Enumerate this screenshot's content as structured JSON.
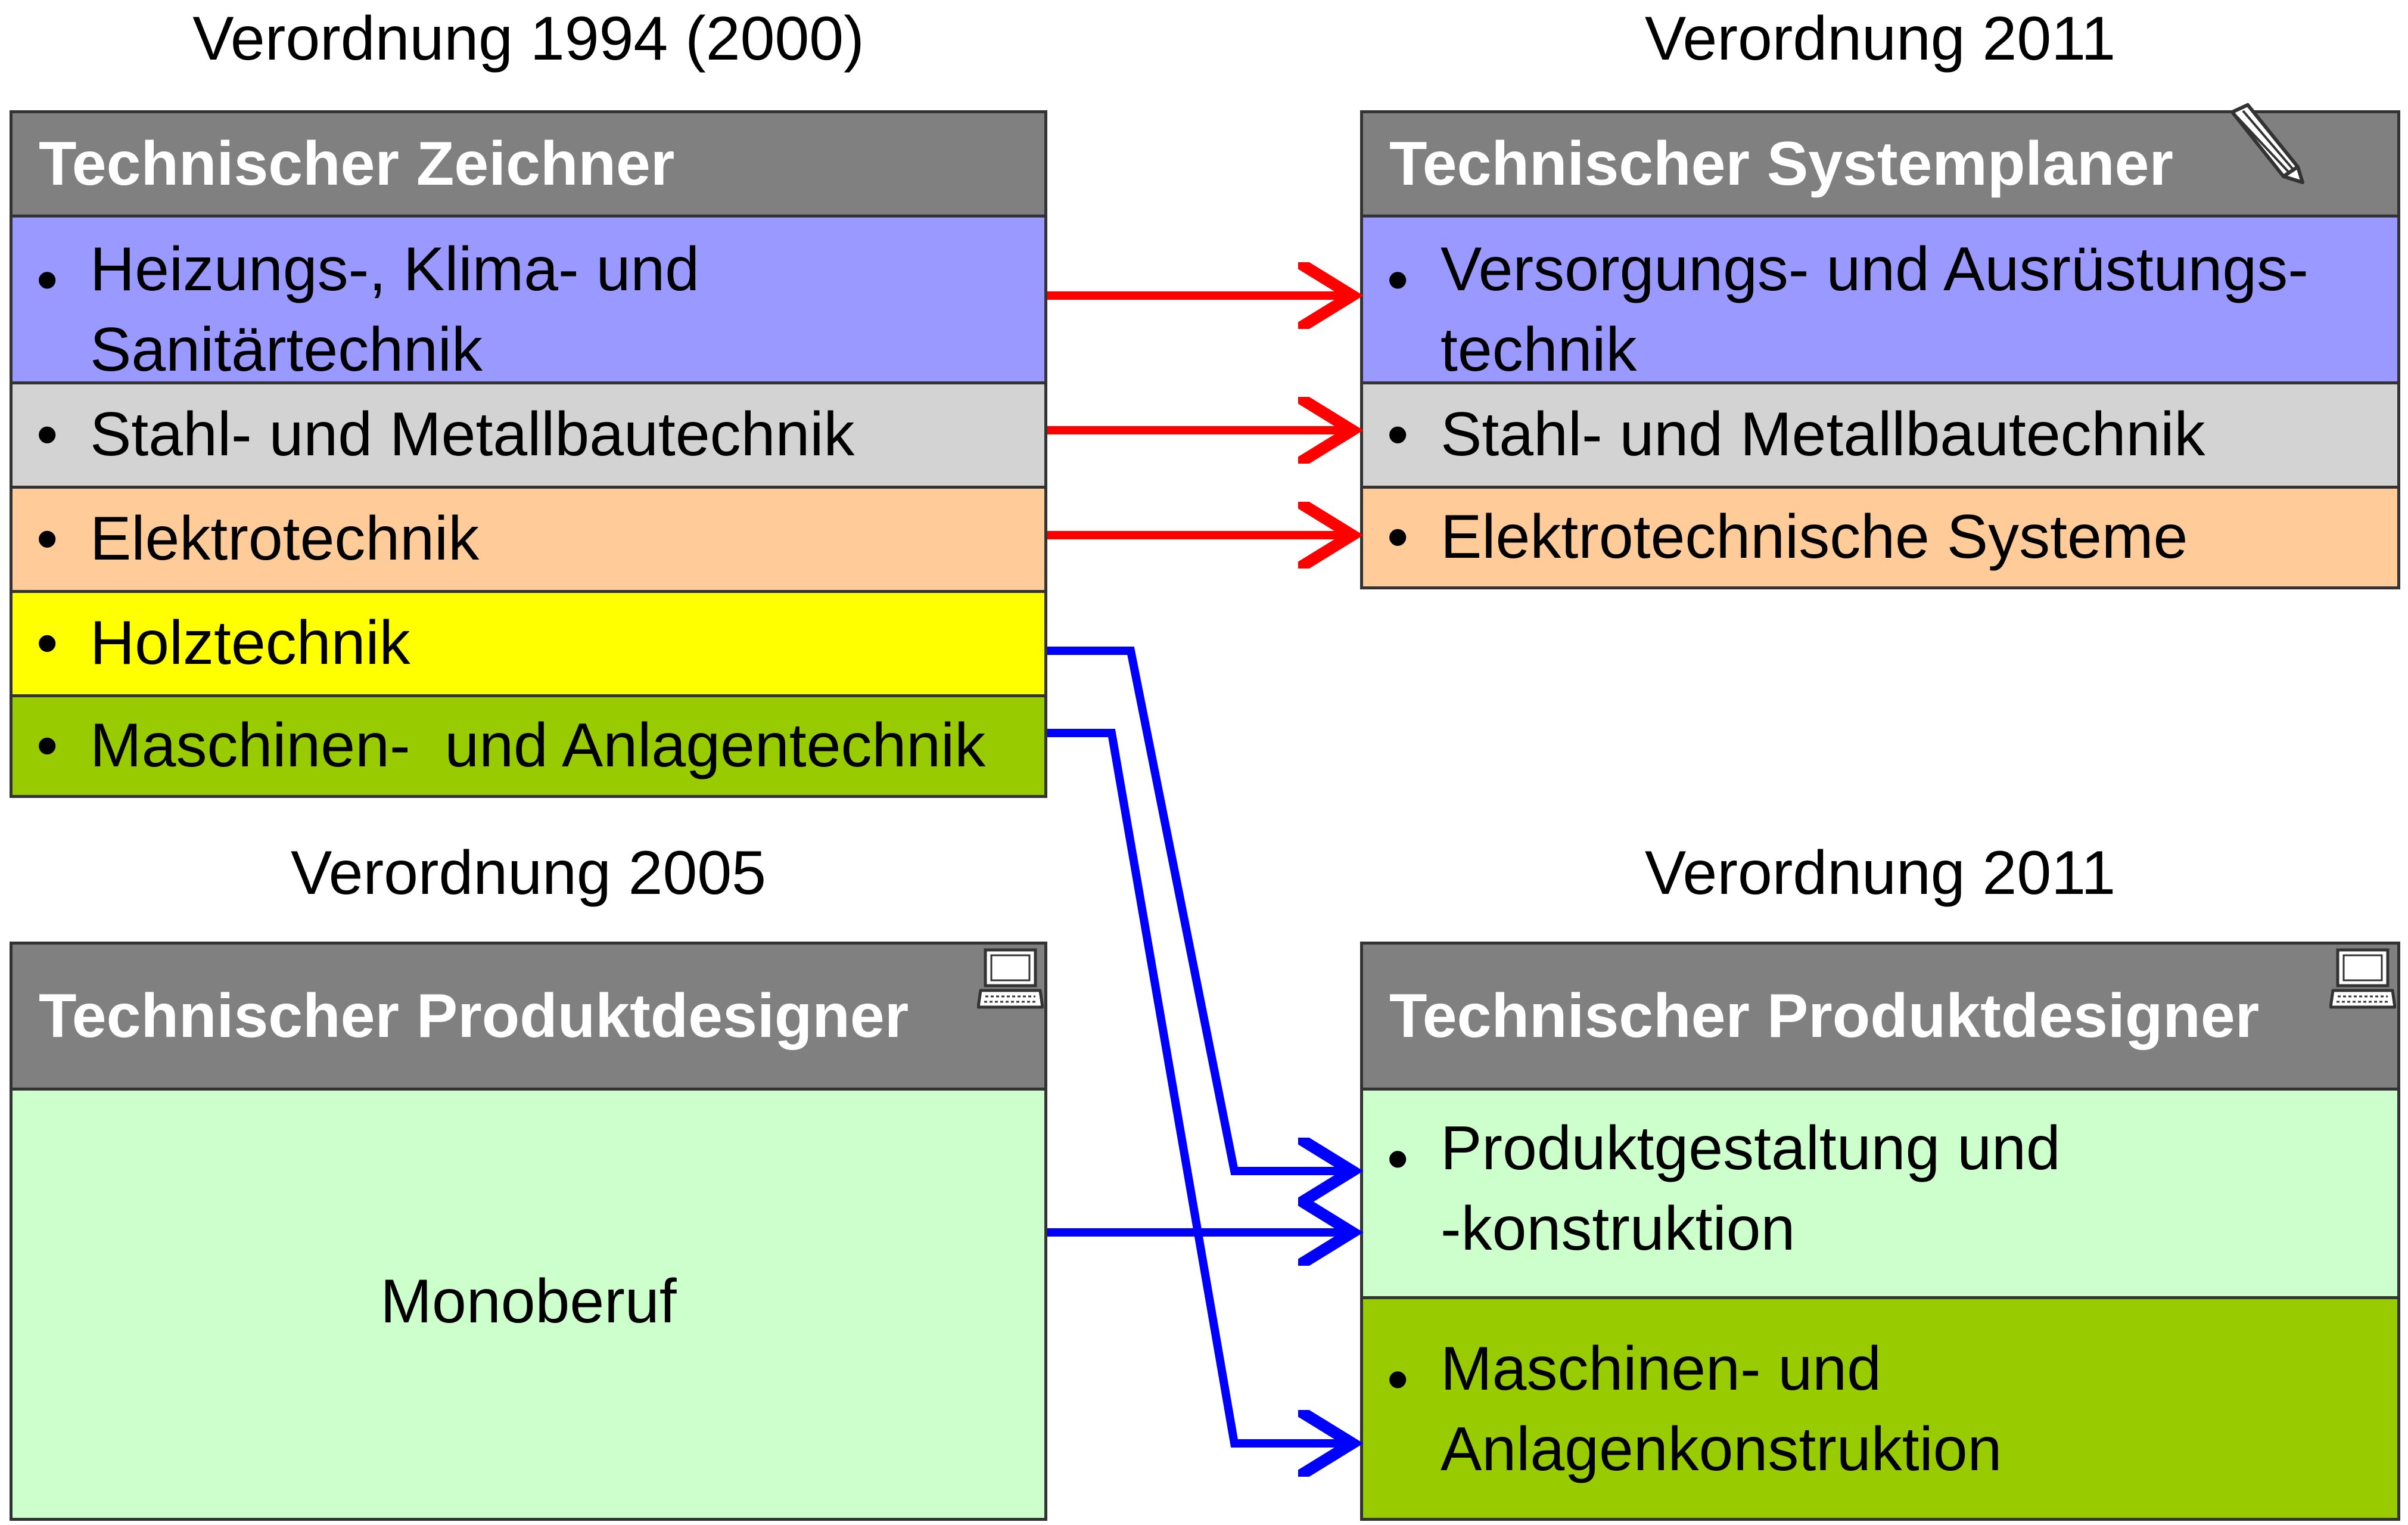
{
  "captions": {
    "top_left": "Verordnung 1994 (2000)",
    "top_right": "Verordnung 2011",
    "bottom_left": "Verordnung 2005",
    "bottom_right": "Verordnung 2011"
  },
  "zeichner": {
    "title": "Technischer Zeichner",
    "items": [
      {
        "line1": "Heizungs-, Klima- und",
        "line2": "Sanitärtechnik",
        "color": "#9999FF"
      },
      {
        "line1": "Stahl- und Metallbautechnik",
        "color": "#D3D3D3"
      },
      {
        "line1": "Elektrotechnik",
        "color": "#FFCC99"
      },
      {
        "line1": "Holztechnik",
        "color": "#FFFF00"
      },
      {
        "line1": "Maschinen-  und Anlagentechnik",
        "color": "#99CC00"
      }
    ]
  },
  "systemplaner": {
    "title": "Technischer Systemplaner",
    "icon": "pencil-icon",
    "items": [
      {
        "line1": "Versorgungs- und Ausrüstungs-",
        "line2": "technik",
        "color": "#9999FF"
      },
      {
        "line1": "Stahl- und Metallbautechnik",
        "color": "#D3D3D3"
      },
      {
        "line1": "Elektrotechnische Systeme",
        "color": "#FFCC99"
      }
    ]
  },
  "produktdesigner_2005": {
    "title": "Technischer Produktdesigner",
    "icon": "laptop-icon",
    "body": "Monoberuf",
    "color": "#CCFFCC"
  },
  "produktdesigner_2011": {
    "title": "Technischer Produktdesigner",
    "icon": "laptop-icon",
    "items": [
      {
        "line1": "Produktgestaltung und",
        "line2": "-konstruktion",
        "color": "#CCFFCC"
      },
      {
        "line1": "Maschinen- und",
        "line2": "Anlagenkonstruktion",
        "color": "#99CC00"
      }
    ]
  },
  "colors": {
    "header": "#808080",
    "arrow_red": "#FF0000",
    "arrow_blue": "#0000FF"
  }
}
